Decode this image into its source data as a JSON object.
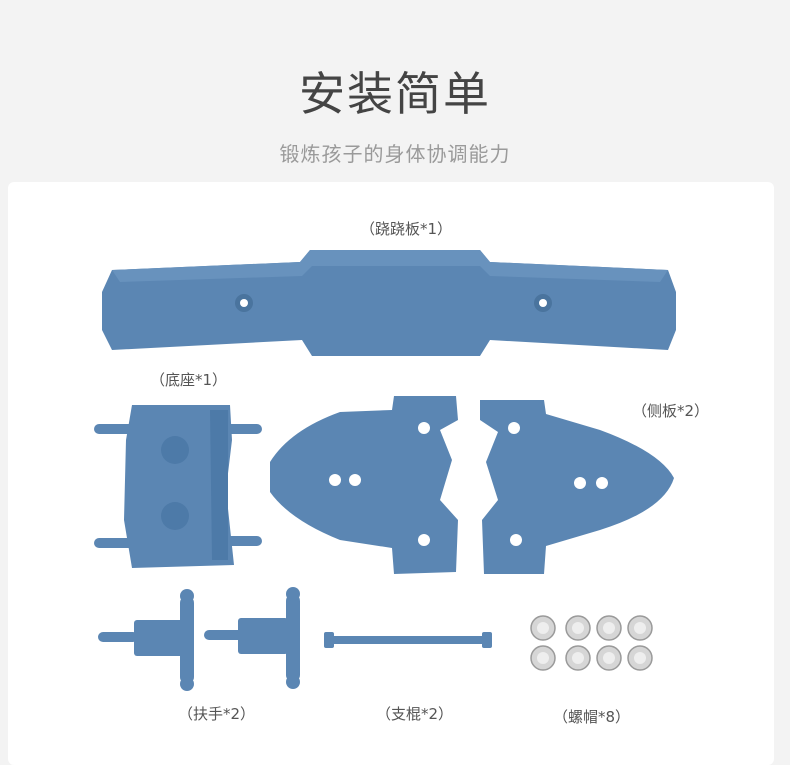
{
  "header": {
    "title": "安装简单",
    "subtitle": "锻炼孩子的身体协调能力"
  },
  "parts": {
    "seesaw_board": "（跷跷板*1）",
    "base": "（底座*1）",
    "side_panel": "（侧板*2）",
    "handle": "（扶手*2）",
    "support_rod": "（支棍*2）",
    "nut_cap": "（螺帽*8）"
  },
  "colors": {
    "part_blue": "#5b86b3",
    "part_shadow": "#4d7aa8",
    "hole_white": "#ffffff",
    "cap_silver": "#d6d6d6"
  }
}
